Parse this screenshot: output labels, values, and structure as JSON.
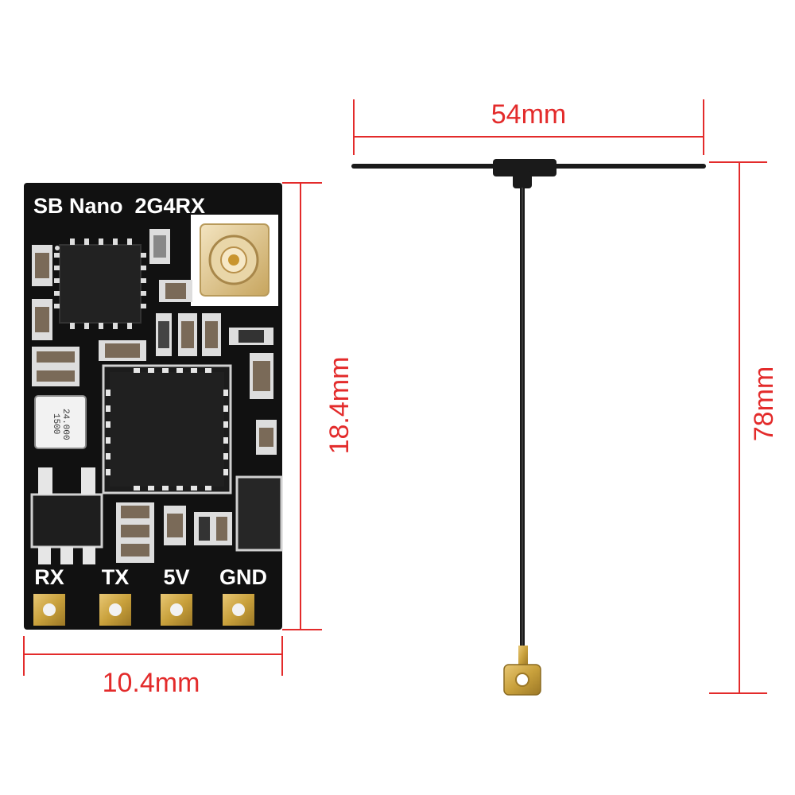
{
  "board": {
    "title": "SB Nano  2G4RX",
    "pins": [
      "RX",
      "TX",
      "5V",
      "GND"
    ],
    "crystal_text": [
      "24.000",
      "1500"
    ]
  },
  "dimensions": {
    "board_width": "10.4mm",
    "board_height": "18.4mm",
    "antenna_width": "54mm",
    "antenna_length": "78mm"
  },
  "colors": {
    "dimension_line": "#e32b2b",
    "pcb": "#111111",
    "gold_pad": "#c9a13c",
    "antenna": "#1a1a1a"
  }
}
